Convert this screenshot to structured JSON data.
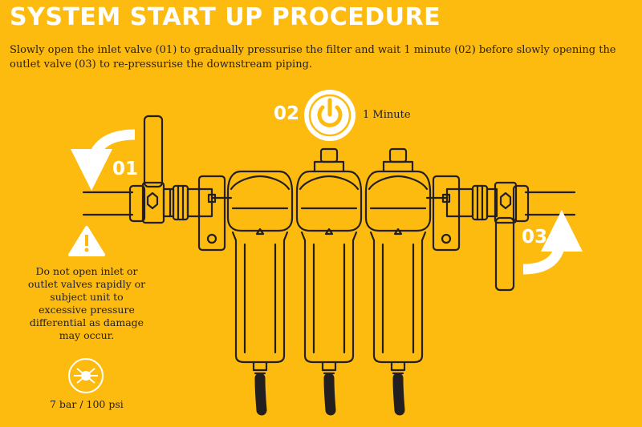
{
  "header": {
    "title": "SYSTEM START UP PROCEDURE",
    "intro": "Slowly open the inlet valve (01) to gradually pressurise the filter and wait 1 minute (02)  before slowly opening the outlet valve (03) to re-pressurise the downstream piping."
  },
  "steps": {
    "inlet": "01",
    "wait": "02",
    "outlet": "03"
  },
  "timer": {
    "label": "1 Minute"
  },
  "warning": {
    "icon": "warning-triangle-icon",
    "text": "Do not open inlet or outlet valves rapidly or subject unit to excessive pressure differential as damage may occur."
  },
  "pressure": {
    "icon": "pressure-gauge-icon",
    "label": "7 bar / 100 psi"
  },
  "colors": {
    "background": "#FDBB0F",
    "line": "#231f20",
    "highlight": "#ffffff"
  }
}
